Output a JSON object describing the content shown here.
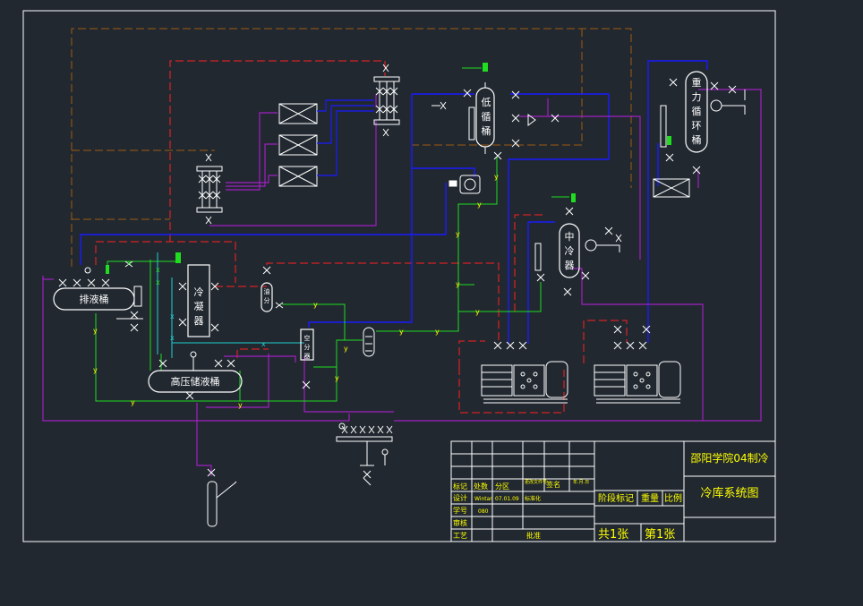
{
  "colors": {
    "background": "#212830",
    "frame": "#ffffff",
    "blue_line": "#1a1aff",
    "red_line": "#ff2020",
    "brown_line": "#a05a10",
    "purple_line": "#a020c0",
    "green_line": "#20dd20",
    "cyan_line": "#20d0d0",
    "equipment": "#ffffff",
    "label_yellow": "#ffff00"
  },
  "equipment": {
    "low_pressure_vessel": "低\n循\n桶",
    "gravity_vessel": "重\n力\n循\n环\n桶",
    "intermediate_cooler": "中\n冷\n器",
    "drain_vessel": "排液桶",
    "condenser": "冷\n凝\n器",
    "hp_receiver": "高压储液桶",
    "oil_separator": "油\n分",
    "air_separator": "空\n分\n器"
  },
  "line_markers": {
    "y": "y",
    "x": "x"
  },
  "title_block": {
    "school": "邵阳学院04制冷",
    "drawing_title": "冷库系统图",
    "mark": "标记",
    "count": "处数",
    "zone": "分区",
    "change_doc": "更改文件号",
    "signature": "签名",
    "date": "年.月.日",
    "design": "设计",
    "designer": "Wintar",
    "design_date": "07.01.09",
    "standardize": "标准化",
    "stage_mark": "阶段标记",
    "weight": "重量",
    "scale": "比例",
    "student_id": "学号",
    "student_id_value": "080",
    "review": "审核",
    "process": "工艺",
    "approve": "批准",
    "sheets_total": "共1张",
    "sheet_no": "第1张"
  }
}
